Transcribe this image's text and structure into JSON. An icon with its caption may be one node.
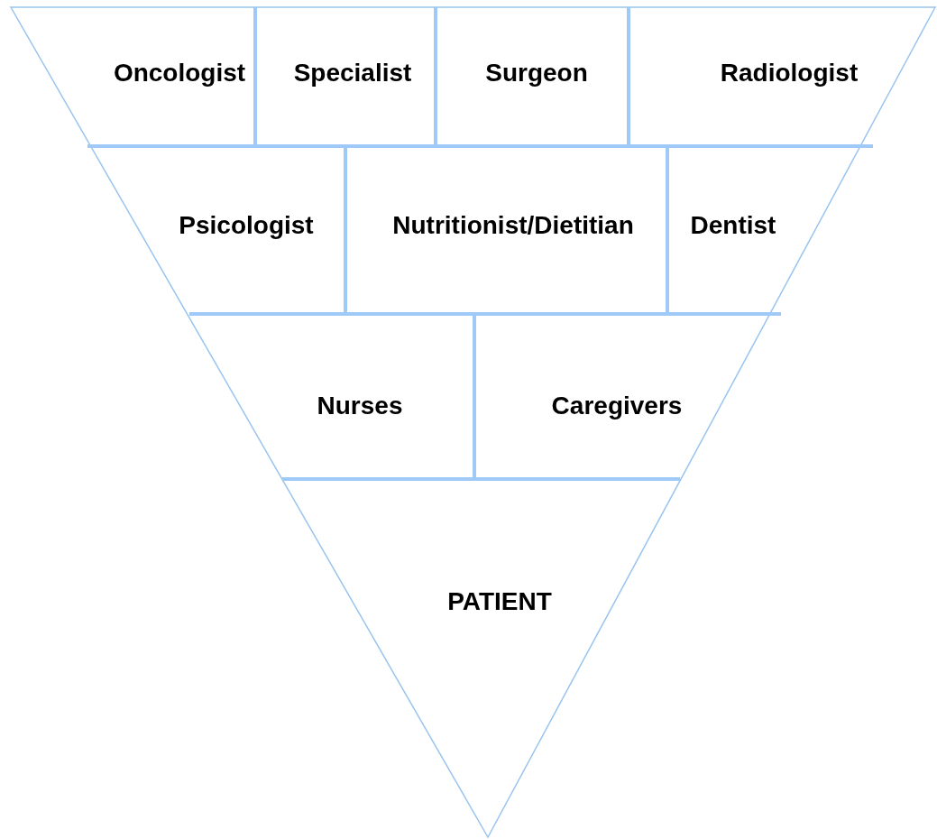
{
  "diagram": {
    "nodes": [
      {
        "text": [
          "Oncologist"
        ]
      },
      {
        "text": [
          "Specialist"
        ]
      },
      {
        "text": [
          "Surgeon"
        ]
      },
      {
        "text": [
          "Radiologist"
        ]
      },
      {
        "text": [
          "Psicologist"
        ]
      },
      {
        "text": [
          "Nutritionist/Dietitian"
        ]
      },
      {
        "text": [
          "Dentist"
        ]
      },
      {
        "text": [
          "Nurses"
        ]
      },
      {
        "text": [
          "Caregivers"
        ]
      },
      {
        "text": [
          "PATIENT"
        ]
      }
    ]
  }
}
